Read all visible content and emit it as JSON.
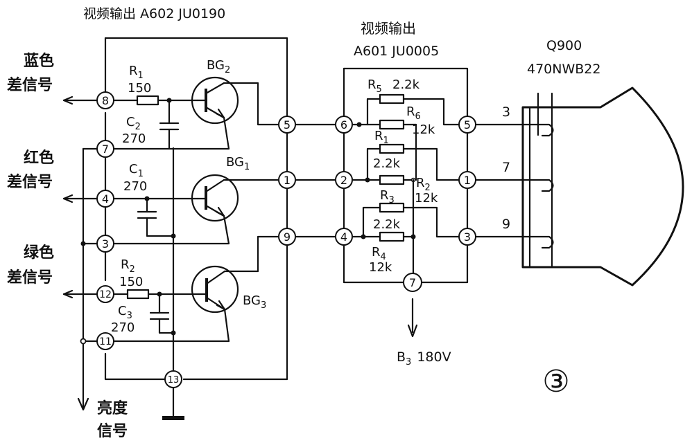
{
  "titles": {
    "board_a602": "视频输出 A602  JU0190",
    "board_a601_line1": "视频输出",
    "board_a601_line2": "A601 JU0005",
    "crt_line1": "Q900",
    "crt_line2": "470NWB22"
  },
  "inputs": {
    "blue_l1": "蓝色",
    "blue_l2": "差信号",
    "red_l1": "红色",
    "red_l2": "差信号",
    "green_l1": "绿色",
    "green_l2": "差信号",
    "lum_l1": "亮度",
    "lum_l2": "信号"
  },
  "nodes": {
    "n8": "8",
    "n7": "7",
    "n4": "4",
    "n3": "3",
    "n12": "12",
    "n11": "11",
    "n13": "13",
    "n5a": "5",
    "n1a": "1",
    "n9a": "9",
    "n6b": "6",
    "n2b": "2",
    "n4b": "4",
    "n5c": "5",
    "n1c": "1",
    "n3c": "3",
    "n7c": "7"
  },
  "components": {
    "bg2": "BG",
    "bg2_sub": "2",
    "bg1": "BG",
    "bg1_sub": "1",
    "bg3": "BG",
    "bg3_sub": "3",
    "r1": "R",
    "r1_sub": "1",
    "r1_val": "150",
    "r2": "R",
    "r2_sub": "2",
    "r2_val": "12k",
    "r3": "R",
    "r3_sub": "3",
    "r4": "R",
    "r4_sub": "4",
    "r4_val": "12k",
    "r5": "R",
    "r5_sub": "5",
    "r5_val": "2.2k",
    "r6": "R",
    "r6_sub": "6",
    "r6_val": "12k",
    "r7": "R",
    "r7_sub": "1",
    "r7_val": "2.2k",
    "r8_val": "2.2k",
    "r9": "R",
    "r9_sub": "2",
    "r9_val": "150",
    "c1": "C",
    "c1_sub": "1",
    "c1_val": "270",
    "c2": "C",
    "c2_sub": "2",
    "c2_val": "270",
    "c3": "C",
    "c3_sub": "3",
    "c3_val": "270"
  },
  "pins": {
    "p3": "3",
    "p7": "7",
    "p9": "9"
  },
  "supply": {
    "b3": "B",
    "b3_sub": "3",
    "b3_val": "180V"
  },
  "figure_number": "③"
}
